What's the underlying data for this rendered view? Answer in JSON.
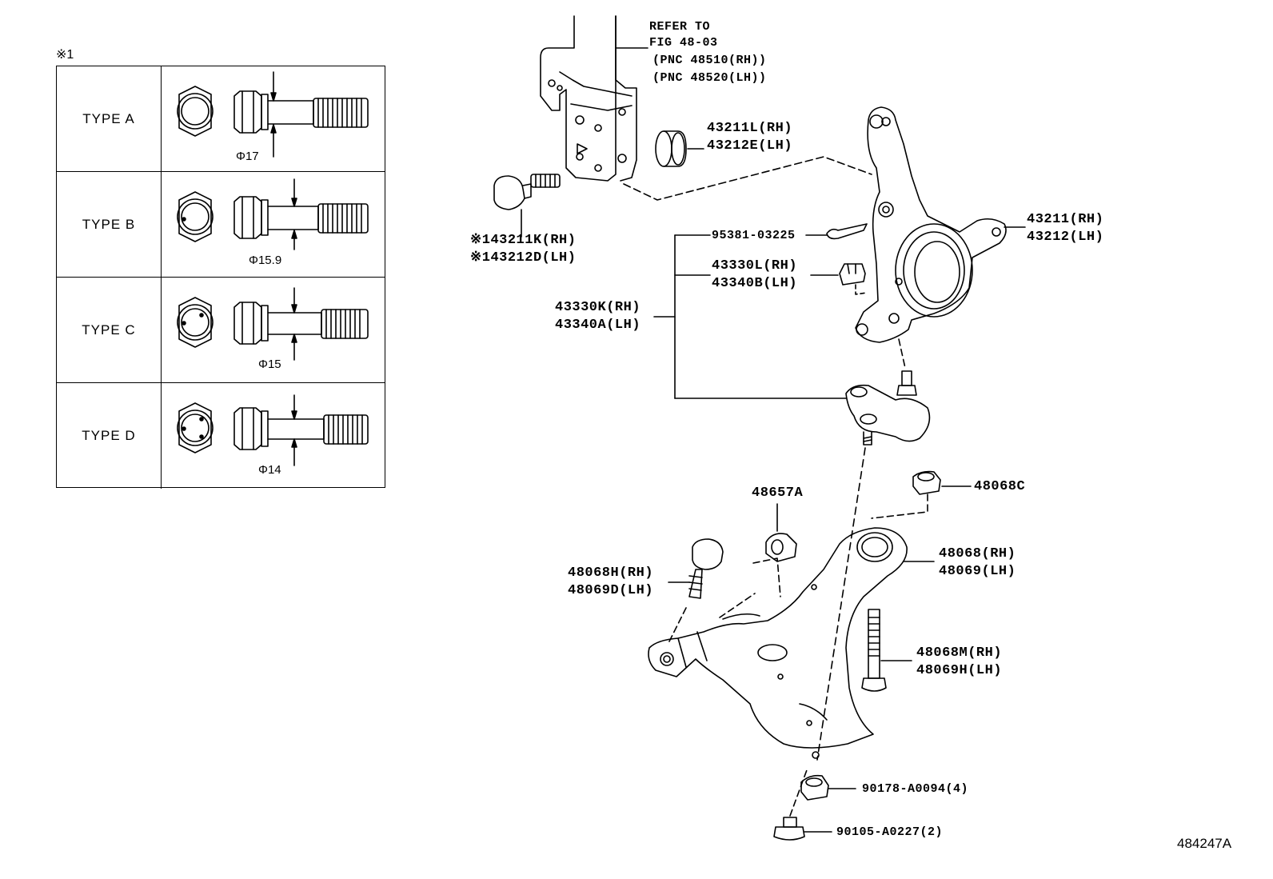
{
  "note_mark": "※1",
  "types": [
    {
      "name": "TYPE  A",
      "diameter": "Φ17"
    },
    {
      "name": "TYPE  B",
      "diameter": "Φ15.9"
    },
    {
      "name": "TYPE  C",
      "diameter": "Φ15"
    },
    {
      "name": "TYPE  D",
      "diameter": "Φ14"
    }
  ],
  "refer": {
    "line1": "REFER TO",
    "line2": "FIG 48-03",
    "line3": "(PNC 48510(RH))",
    "line4": "(PNC 48520(LH))"
  },
  "parts": {
    "p43211L": "43211L(RH)",
    "p43212E": "43212E(LH)",
    "p43211K": "※143211K(RH)",
    "p43212D": "※143212D(LH)",
    "p95381": "95381-03225",
    "p43330L": "43330L(RH)",
    "p43340B": "43340B(LH)",
    "p43330K": "43330K(RH)",
    "p43340A": "43340A(LH)",
    "p43211": "43211(RH)",
    "p43212": "43212(LH)",
    "p48657A": "48657A",
    "p48068C": "48068C",
    "p48068H": "48068H(RH)",
    "p48069D": "48069D(LH)",
    "p48068": "48068(RH)",
    "p48069": "48069(LH)",
    "p48068M": "48068M(RH)",
    "p48069H": "48069H(LH)",
    "p90178": "90178-A0094(4)",
    "p90105": "90105-A0227(2)"
  },
  "figure_id": "484247A"
}
